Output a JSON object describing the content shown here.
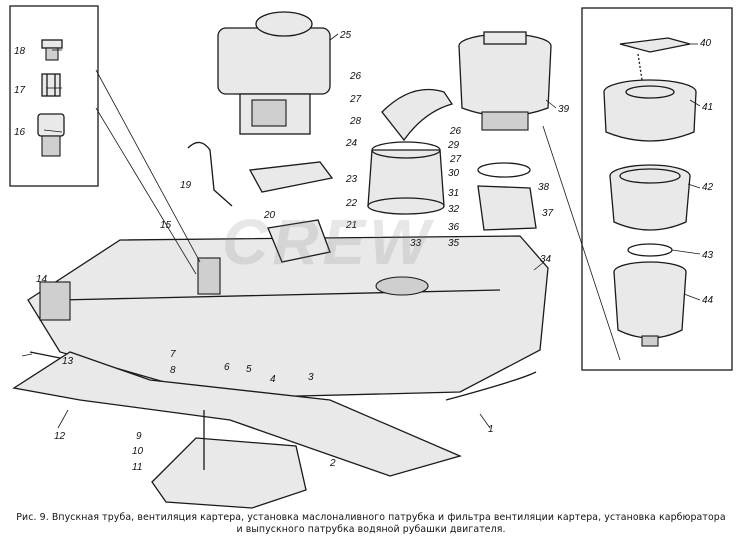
{
  "watermark": "CREW",
  "caption": {
    "line1": "Рис. 9. Впускная труба, вентиляция картера, установка маслоналивного патрубка и фильтра вентиляции картера, установка карбюратора",
    "line2": "и выпускного патрубка водяной рубашки двигателя."
  },
  "callouts": [
    "1",
    "2",
    "3",
    "4",
    "5",
    "6",
    "7",
    "8",
    "9",
    "10",
    "11",
    "12",
    "13",
    "14",
    "15",
    "16",
    "17",
    "18",
    "19",
    "20",
    "21",
    "22",
    "23",
    "24",
    "25",
    "26",
    "27",
    "28",
    "29",
    "30",
    "31",
    "32",
    "33",
    "34",
    "35",
    "36",
    "37",
    "38",
    "39",
    "40",
    "41",
    "42",
    "43",
    "44"
  ],
  "callouts_repeat": {
    "n26b": "26",
    "n27b": "27"
  }
}
